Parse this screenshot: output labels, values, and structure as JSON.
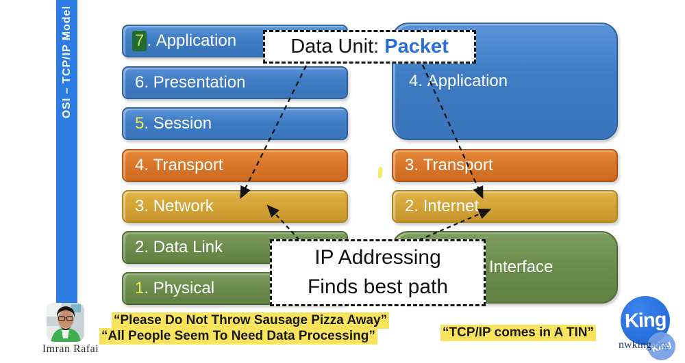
{
  "sidebar": {
    "title": "OSI – TCP/IP Model"
  },
  "osi_layers": [
    {
      "num": "7",
      "dot": ". ",
      "label": "Application"
    },
    {
      "num": "6",
      "dot": ". ",
      "label": "Presentation"
    },
    {
      "num": "5",
      "dot": ". ",
      "label": "Session"
    },
    {
      "num": "4",
      "dot": ". ",
      "label": "Transport"
    },
    {
      "num": "3",
      "dot": ". ",
      "label": "Network"
    },
    {
      "num": "2",
      "dot": ". ",
      "label": "Data Link"
    },
    {
      "num": "1",
      "dot": ". ",
      "label": "Physical"
    }
  ],
  "tcpip_layers": [
    {
      "num": "4",
      "dot": ". ",
      "label": "Application"
    },
    {
      "num": "3",
      "dot": ". ",
      "label": "Transport"
    },
    {
      "num": "2",
      "dot": ". ",
      "label": "Internet"
    },
    {
      "num": "",
      "dot": "",
      "label": "Interface"
    }
  ],
  "callouts": {
    "data_unit_prefix": "Data Unit: ",
    "data_unit_value": "Packet",
    "ip_line1": "IP Addressing",
    "ip_line2": "Finds best path"
  },
  "mnemonics": {
    "osi_line1": "“Please Do Not Throw Sausage Pizza Away”",
    "osi_line2": "“All People Seem To Need Data Processing”",
    "tcpip": "“TCP/IP comes in A TIN”"
  },
  "footer": {
    "author": "Imran Rafai"
  },
  "logo": {
    "main": "King",
    "small": "King",
    "site_name": "nwking",
    "site_tld": ".org"
  },
  "colors": {
    "blue": "#3f7cc4",
    "orange": "#d9762a",
    "gold": "#d3a335",
    "green": "#6b8c4c",
    "sidebar_blue": "#2d7ce4",
    "packet_blue": "#2a6fd6",
    "highlight_yellow": "#f7e45c"
  }
}
